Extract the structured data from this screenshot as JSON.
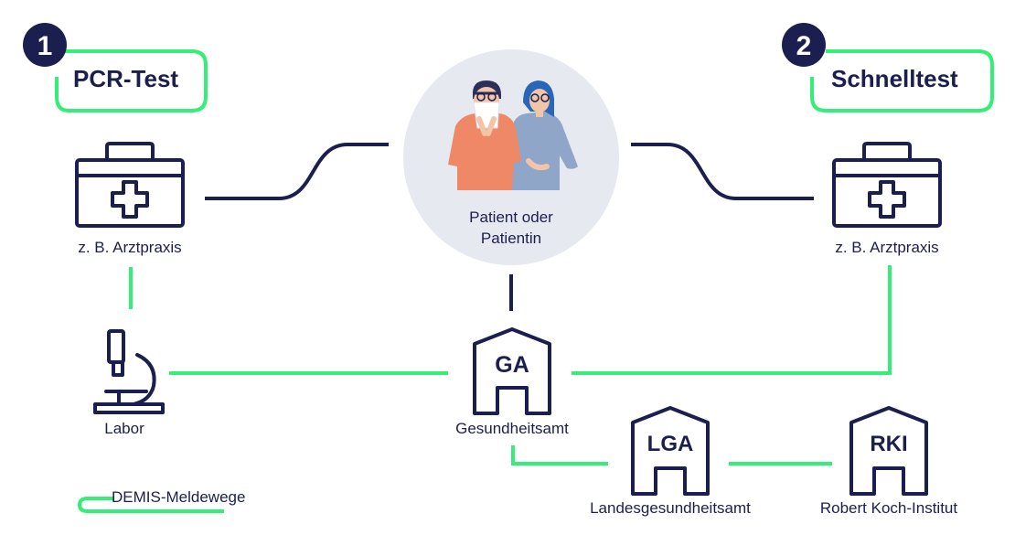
{
  "steps": [
    {
      "number": "1",
      "title": "PCR-Test"
    },
    {
      "number": "2",
      "title": "Schnelltest"
    }
  ],
  "nodes": {
    "patient": {
      "line1": "Patient oder",
      "line2": "Patientin"
    },
    "practice_left": {
      "label": "z. B. Arztpraxis"
    },
    "practice_right": {
      "label": "z. B. Arztpraxis"
    },
    "labor": {
      "label": "Labor"
    },
    "ga": {
      "label": "Gesundheitsamt",
      "badge": "GA"
    },
    "lga": {
      "label": "Landesgesundheitsamt",
      "badge": "LGA"
    },
    "rki": {
      "label": "Robert Koch-Institut",
      "badge": "RKI"
    }
  },
  "legend": {
    "label": "DEMIS-Meldewege"
  },
  "colors": {
    "navy": "#1b1f4f",
    "green": "#33ee77",
    "circle": "#e6e9f0",
    "orange": "#ee8866",
    "blue": "#8fa6c9"
  }
}
